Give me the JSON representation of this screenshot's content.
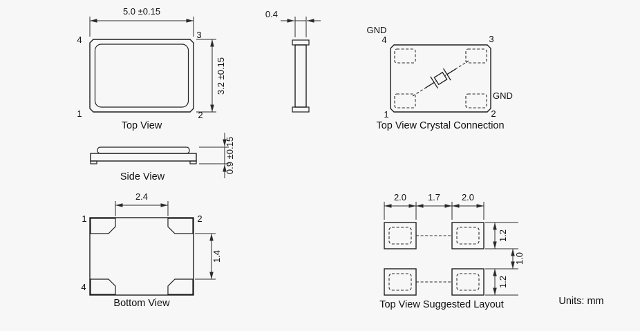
{
  "drawing": {
    "units_label": "Units: mm",
    "colors": {
      "background": "#f7f7f7",
      "line": "#1e1e1e"
    },
    "top_view": {
      "title": "Top View",
      "width_dim": "5.0 ±0.15",
      "height_dim": "3.2 ±0.15",
      "pins": {
        "top_left": "4",
        "top_right": "3",
        "bottom_left": "1",
        "bottom_right": "2"
      }
    },
    "end_view": {
      "width_dim": "0.4"
    },
    "crystal_connection": {
      "title": "Top View Crystal Connection",
      "gnd_top_label": "GND",
      "gnd_right_label": "GND",
      "pins": {
        "top_left": "4",
        "top_right": "3",
        "bottom_left": "1",
        "bottom_right": "2"
      }
    },
    "side_view": {
      "title": "Side View",
      "height_dim": "0.9 ±0.15"
    },
    "bottom_view": {
      "title": "Bottom View",
      "horizontal_dim": "2.4",
      "vertical_dim": "1.4",
      "pins": {
        "top_left": "1",
        "top_right": "2",
        "bottom_left": "4"
      }
    },
    "suggested_layout": {
      "title": "Top View Suggested Layout",
      "top_dims": [
        "2.0",
        "1.7",
        "2.0"
      ],
      "right_dims": [
        "1.2",
        "1.0",
        "1.2"
      ]
    }
  }
}
